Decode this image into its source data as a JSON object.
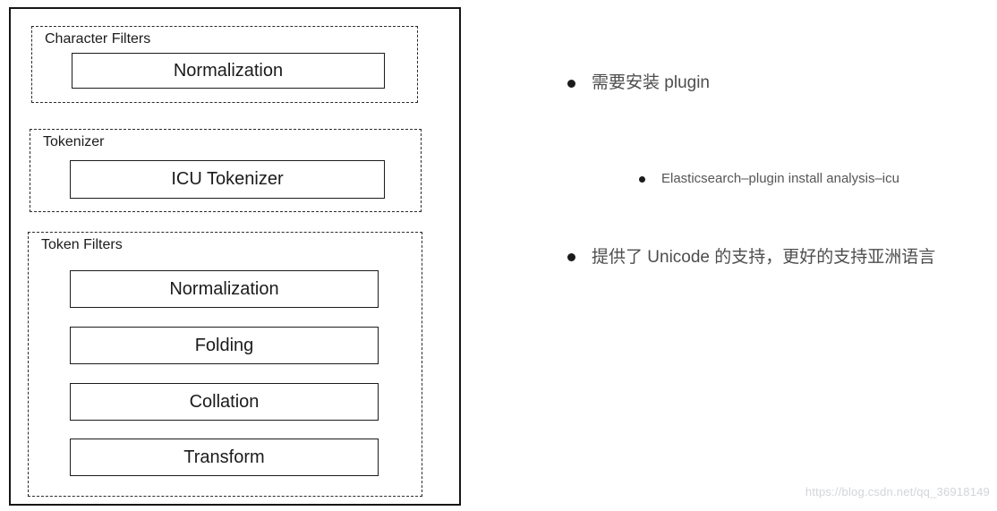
{
  "diagram": {
    "sections": [
      {
        "label": "Character Filters",
        "items": [
          "Normalization"
        ]
      },
      {
        "label": "Tokenizer",
        "items": [
          "ICU Tokenizer"
        ]
      },
      {
        "label": "Token Filters",
        "items": [
          "Normalization",
          "Folding",
          "Collation",
          "Transform"
        ]
      }
    ]
  },
  "notes": {
    "bullet1": "需要安装 plugin",
    "bullet1_sub": "Elasticsearch–plugin install analysis–icu",
    "bullet2": "提供了 Unicode 的支持，更好的支持亚洲语言"
  },
  "watermark": "https://blog.csdn.net/qq_36918149"
}
